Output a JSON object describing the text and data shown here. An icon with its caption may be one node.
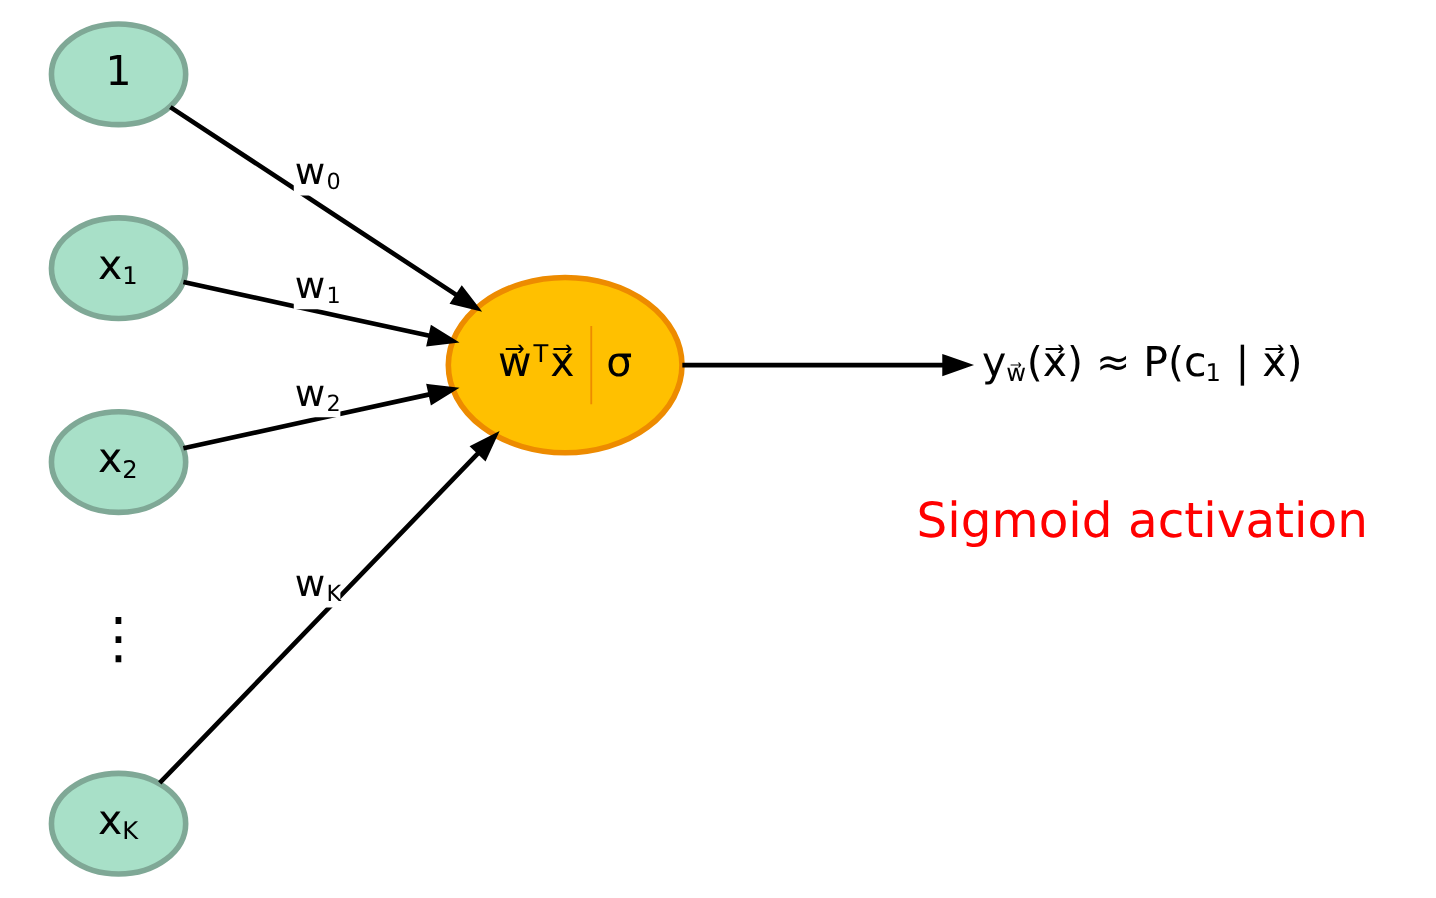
{
  "diagram": {
    "nodes": [
      {
        "text": [
          "1"
        ]
      },
      {
        "text": [
          "x$_{1}$"
        ]
      },
      {
        "text": [
          "x$_{2}$"
        ]
      },
      {
        "text": [
          "x$_{K}$"
        ]
      },
      {
        "text": [
          "w⃗$^{T}$x⃗",
          "σ"
        ]
      },
      {
        "text": [
          "y$_{w⃗}$(x⃗) ≈ P(c$_{1}$ | x⃗)"
        ]
      }
    ],
    "edges": [
      {
        "from": 0,
        "to": 4,
        "arrow": "to",
        "label": "w$_{0}$"
      },
      {
        "from": 1,
        "to": 4,
        "arrow": "to",
        "label": "w$_{1}$"
      },
      {
        "from": 2,
        "to": 4,
        "arrow": "to",
        "label": "w$_{2}$"
      },
      {
        "from": 3,
        "to": 4,
        "arrow": "to",
        "label": "w$_{K}$"
      },
      {
        "from": 4,
        "to": 5,
        "arrow": "to"
      }
    ],
    "labels": [
      "⋮",
      "Sigmoid activation"
    ]
  }
}
